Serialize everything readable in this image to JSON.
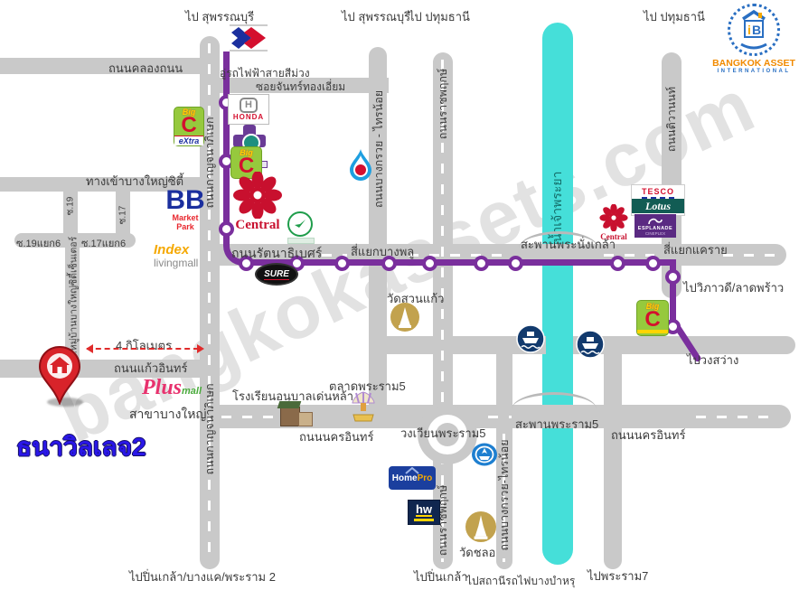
{
  "title": "ธนาวิลเลจ2",
  "watermark": "bangkokassets.com",
  "brand": {
    "line1": "BANGKOK ASSET",
    "line2": "INTERNATIONAL",
    "monogram": "iB",
    "orange": "#f18a00",
    "blue": "#2a6fc2"
  },
  "colors": {
    "road": "#c9c9c9",
    "river": "#45dfd9",
    "purple_line": "#7a2f9d",
    "title_blue": "#2a17e8",
    "arrow_red": "#e02b2b"
  },
  "dest": {
    "suphanburi": "ไป สุพรรณบุรี",
    "pathumthani": "ไป ปทุมธานี",
    "wipawadi": "ไปวิภาวดี/ลาดพร้าว",
    "wongsawang": "ไปวงสว่าง",
    "pinklao_bangkhae_rama2": "ไปปิ่นเกล้า/บางแค/พระราม 2",
    "pinklao": "ไปปิ่นเกล้า",
    "bangbamru": "ไปสถานีรถไฟบางบำหรุ",
    "rama7": "ไปพระราม7"
  },
  "roads": {
    "khlongthanon": "ถนนคลองถนน",
    "chanthong_iam": "ซอยจันทร์ทองเอี่ยม",
    "bangyai_city_entrance": "ทางเข้าบางใหญ่ซิตี้",
    "soi19": "ซ.19",
    "soi17": "ซ.17",
    "soi19_yaek6": "ซ.19แยก6",
    "soi17_yaek6": "ซ.17แยก6",
    "soi_village_center": "ซ.หมู่บ้านบางใหญ่ซิตี้เซ็นเตอร์",
    "kanchanaphisek": "ถนนกาญจนาภิเษก",
    "rattanathibet": "ถนนรัตนาธิเบศร์",
    "bangkruai_sainoi": "ถนนบางกรวย - ไทรน้อย",
    "bangkruai_sainoi2": "ถนนบางกรวย-ไทรน้อย",
    "ratchaphruek": "ถนนราชพฤกษ์",
    "tiwanon": "ถนนติวานนท์",
    "kaew_in": "ถนนแก้วอินทร์",
    "nakhon_in": "ถนนนครอินทร์"
  },
  "places": {
    "bangphlu_intersection": "สี่แยกบางพลู",
    "khaerai_intersection": "สี่แยกแคราย",
    "phranangklao_bridge": "สะพานพระนั่งเกล้า",
    "rama5_bridge": "สะพานพระราม5",
    "rama5_roundabout": "วงเวียนพระราม5",
    "rama5_market": "ตลาดพระราม5",
    "wat_suan_kaew": "วัดสวนแก้ว",
    "wat_chalo": "วัดชลอ",
    "denla_school": "โรงเรียนอนุบาลเด่นหล้า",
    "purple_line_depot": "อู่รถไฟฟ้าสายสีม่วง",
    "chaophraya_river": "แม่น้ำเจ้าพระยา",
    "distance_4km": "4 กิโลเมตร",
    "plusmall_branch": "สาขาบางใหญ่"
  },
  "logos": {
    "bigc_big": "Big",
    "bigc_c": "C",
    "bigc_extra": "eXtra",
    "honda": "HONDA",
    "honda_h": "H",
    "central": "Central",
    "bb": "BB",
    "bb_sub": "Market Park",
    "index": "Index",
    "index_sub": "livingmall",
    "sure": "SURE",
    "tesco": "TESCO",
    "lotus": "Lotus",
    "esplanade": "ESPLANADE",
    "esplanade_sub": "CINEPLEX",
    "homepro_home": "Home",
    "homepro_pro": "Pro",
    "hw": "hw",
    "plus": "Plus",
    "plus_mall": "mall"
  }
}
